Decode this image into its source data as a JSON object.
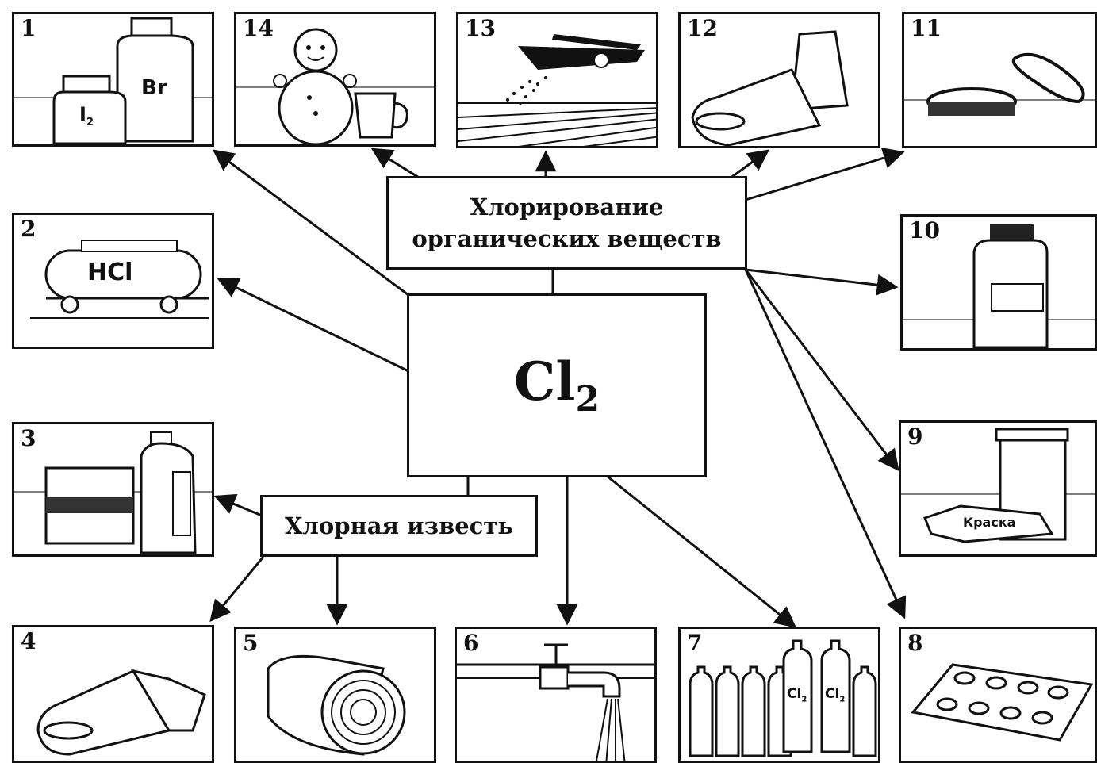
{
  "center": {
    "formula": "Cl",
    "subscript": "2"
  },
  "boxes": {
    "chlorination": {
      "line1": "Хлорирование",
      "line2": "органических веществ"
    },
    "lime": {
      "label": "Хлорная известь"
    }
  },
  "panels": [
    {
      "number": "1",
      "labels": [
        "I",
        "2",
        "Br"
      ]
    },
    {
      "number": "2",
      "labels": [
        "HCl"
      ]
    },
    {
      "number": "3",
      "labels": []
    },
    {
      "number": "4",
      "labels": []
    },
    {
      "number": "5",
      "labels": []
    },
    {
      "number": "6",
      "labels": []
    },
    {
      "number": "7",
      "labels": [
        "Cl",
        "2",
        "Cl",
        "2"
      ]
    },
    {
      "number": "8",
      "labels": []
    },
    {
      "number": "9",
      "labels": [
        "Краска"
      ]
    },
    {
      "number": "10",
      "labels": []
    },
    {
      "number": "11",
      "labels": []
    },
    {
      "number": "12",
      "labels": []
    },
    {
      "number": "13",
      "labels": []
    },
    {
      "number": "14",
      "labels": []
    }
  ]
}
